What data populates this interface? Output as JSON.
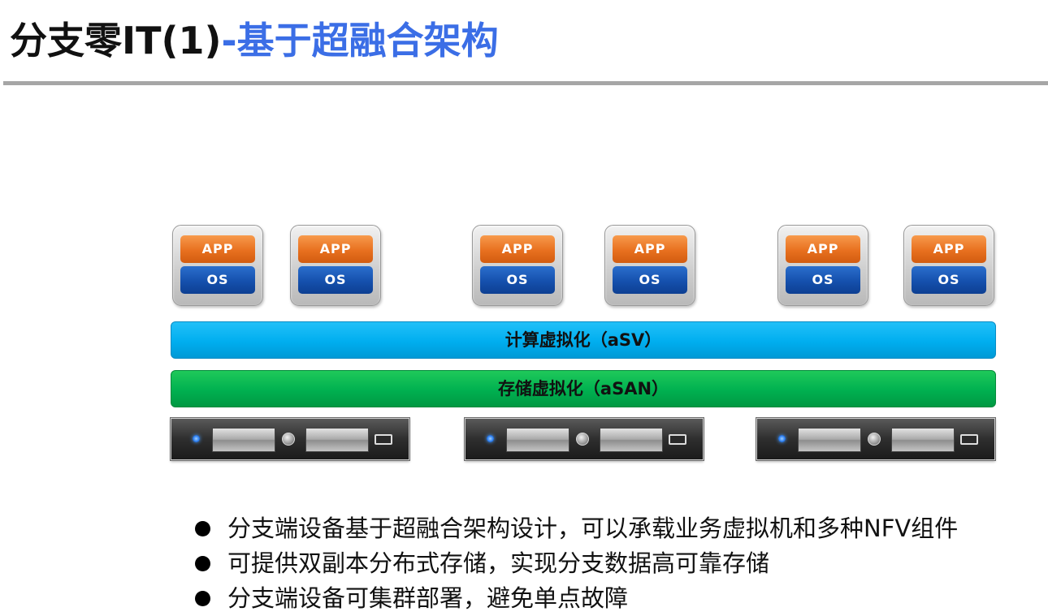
{
  "title": {
    "main": "分支零IT(1)",
    "accent": "-基于超融合架构"
  },
  "vms": [
    {
      "app": "APP",
      "os": "OS"
    },
    {
      "app": "APP",
      "os": "OS"
    },
    {
      "app": "APP",
      "os": "OS"
    },
    {
      "app": "APP",
      "os": "OS"
    },
    {
      "app": "APP",
      "os": "OS"
    },
    {
      "app": "APP",
      "os": "OS"
    }
  ],
  "layers": {
    "compute": "计算虚拟化（aSV）",
    "storage": "存储虚拟化（aSAN）"
  },
  "servers_count_shown": 3,
  "bullets": [
    "分支端设备基于超融合架构设计，可以承载业务虚拟机和多种NFV组件",
    "可提供双副本分布式存储，实现分支数据高可靠存储",
    "分支端设备可集群部署，避免单点故障"
  ],
  "colors": {
    "title_accent": "#3b6ee6",
    "app_orange": "#e8701f",
    "os_blue": "#1550ad",
    "compute_band": "#00aeef",
    "storage_band": "#00b050"
  }
}
